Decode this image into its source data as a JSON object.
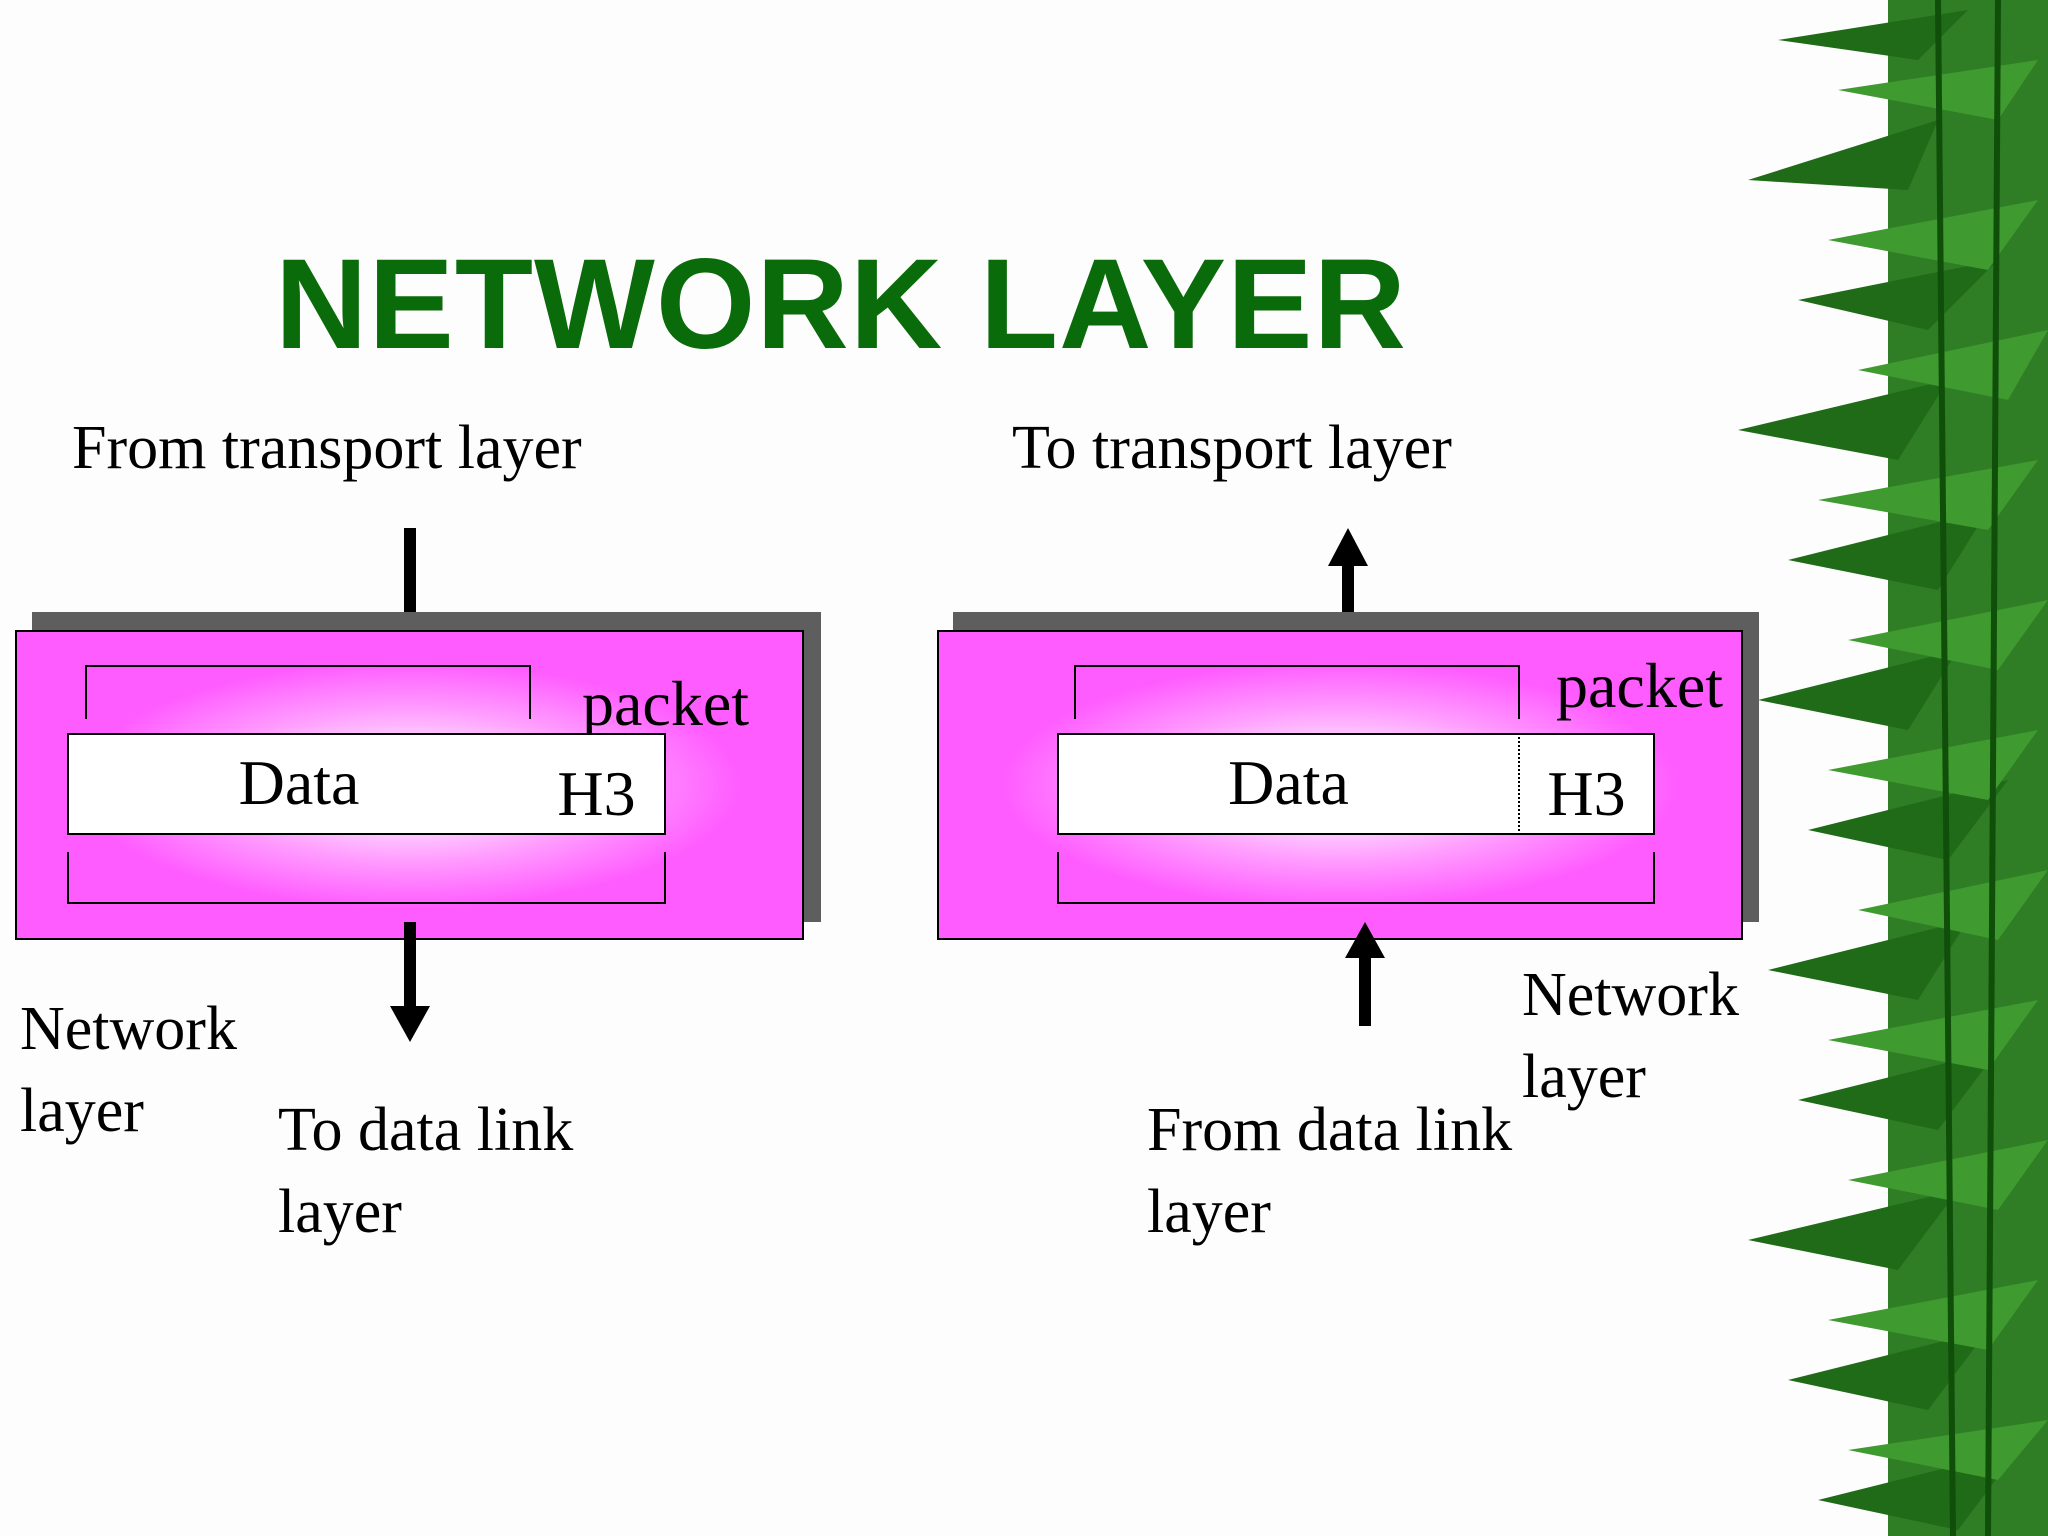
{
  "slide": {
    "title": "NETWORK LAYER",
    "title_color": "#0a6b0a",
    "box_color": "#ff66ff",
    "left_panel": {
      "input_label": "From transport layer",
      "packet_label": "packet",
      "data_label": "Data",
      "header_label": "H3",
      "layer_label": "Network\nlayer",
      "output_label": "To data link\nlayer",
      "arrow_direction": "down"
    },
    "right_panel": {
      "output_label": "To transport layer",
      "packet_label": "packet",
      "data_label": "Data",
      "header_label": "H3",
      "layer_label": "Network\nlayer",
      "input_label": "From  data link\nlayer",
      "arrow_direction": "up"
    }
  }
}
